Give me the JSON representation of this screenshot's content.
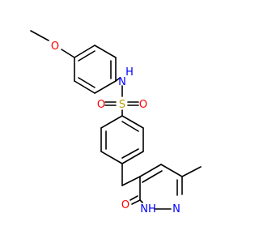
{
  "molecule": {
    "atoms": {
      "methoxy_o": {
        "label": "O",
        "color": "#ff0000"
      },
      "amide_n": {
        "label": "N",
        "color": "#0000ff"
      },
      "amide_h": {
        "label": "H",
        "color": "#0000ff"
      },
      "sulfur": {
        "label": "S",
        "color": "#b8a000"
      },
      "sulfonyl_o1": {
        "label": "O",
        "color": "#ff0000"
      },
      "sulfonyl_o2": {
        "label": "O",
        "color": "#ff0000"
      },
      "ring_nh": {
        "label": "NH",
        "color": "#0000ff"
      },
      "ring_n": {
        "label": "N",
        "color": "#0000ff"
      },
      "keto_o": {
        "label": "O",
        "color": "#ff0000"
      }
    },
    "bond_color": "#000000"
  }
}
